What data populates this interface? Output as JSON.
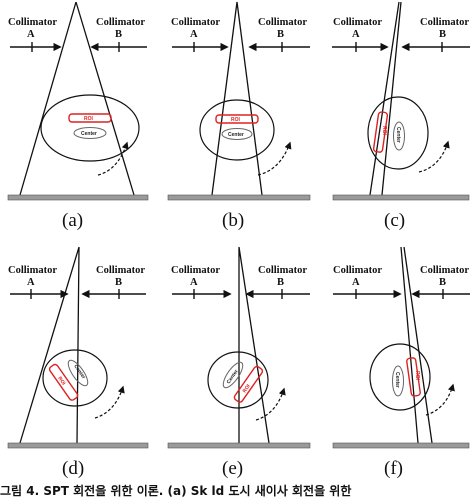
{
  "labels": {
    "collimator": "Collimator",
    "a": "A",
    "b": "B",
    "roi": "ROI",
    "center": "Center"
  },
  "panels": [
    {
      "caption": "(a)"
    },
    {
      "caption": "(b)"
    },
    {
      "caption": "(c)"
    },
    {
      "caption": "(d)"
    },
    {
      "caption": "(e)"
    },
    {
      "caption": "(f)"
    }
  ],
  "figure_caption": "그림 4. SPT 회전을 위한 이론. (a) Sk  ld 도시 새이사 회전을 위한",
  "colors": {
    "line": "#111111",
    "roi": "#d22222",
    "table": "#9a9a9a",
    "table_edge": "#555555"
  }
}
